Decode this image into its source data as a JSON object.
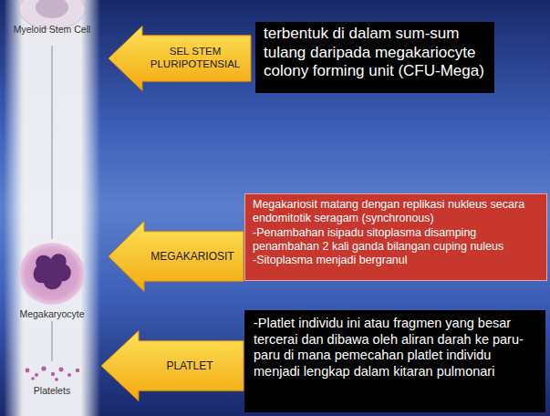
{
  "diagram": {
    "nodes": [
      {
        "text": [
          "SEL STEM PLURIPOTENSIAL"
        ]
      },
      {
        "text": [
          "terbentuk di dalam sum-sum tulang daripada megakariocyte colony forming unit (CFU-Mega)"
        ]
      },
      {
        "text": [
          "MEGAKARIOSIT"
        ]
      },
      {
        "text": [
          "Megakariosit matang dengan replikasi nukleus secara endomitotik seragam (synchronous)",
          "-Penambahan isipadu sitoplasma disamping penambahan 2 kali ganda bilangan cuping nuleus",
          "-Sitoplasma menjadi bergranul"
        ]
      },
      {
        "text": [
          "PLATLET"
        ]
      },
      {
        "text": [
          "-Platlet individu ini atau fragmen yang besar tercerai dan dibawa oleh aliran darah ke paru-paru di mana pemecahan platlet individu menjadi lengkap dalam kitaran pulmonari"
        ]
      }
    ],
    "labels": [
      "Myeloid Stem Cell",
      "Megakaryocyte",
      "Platelets"
    ]
  }
}
